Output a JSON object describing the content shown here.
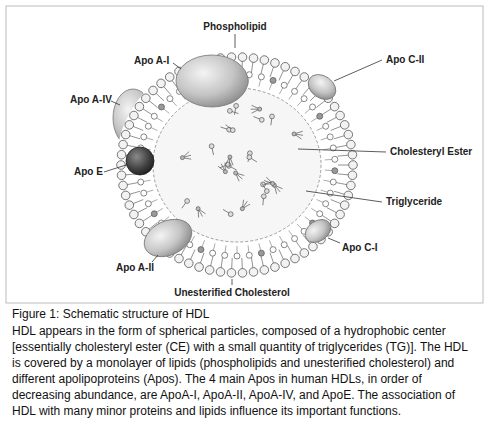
{
  "diagram": {
    "title": "Figure 1: Schematic structure of HDL",
    "caption": "HDL appears in the form of spherical particles, composed of a hydrophobic center [essentially cholesteryl ester (CE) with a small quantity of triglycerides (TG)]. The HDL is covered by a monolayer of lipids (phospholipids and unesterified cholesterol) and different apolipoproteins (Apos). The 4 main Apos in human HDLs, in order of decreasing abundance, are ApoA-I, ApoA-II, ApoA-IV, and ApoE. The association of HDL with many minor proteins and lipids influence its important functions.",
    "labels": [
      "Phospholipid",
      "Apo A-I",
      "Apo C-II",
      "Apo A-IV",
      "Cholesteryl Ester",
      "Apo E",
      "Triglyceride",
      "Apo C-I",
      "Apo A-II",
      "Unesterified Cholesterol"
    ]
  }
}
